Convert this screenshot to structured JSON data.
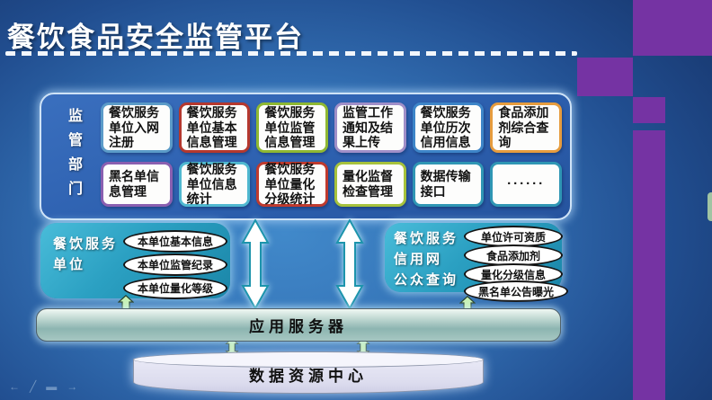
{
  "title": "餐饮食品安全监管平台",
  "accent_colors": {
    "purple_decor": "#7533a3",
    "slide_blue": "#3370b4"
  },
  "supervisor": {
    "label": "监管部门",
    "rows": [
      {
        "items": [
          {
            "label": "餐饮服务单位入网注册",
            "border": "#5b9bc8"
          },
          {
            "label": "餐饮服务单位基本信息管理",
            "border": "#b5382e"
          },
          {
            "label": "餐饮服务单位监管信息管理",
            "border": "#8fb832"
          },
          {
            "label": "监管工作通知及结果上传",
            "border": "#a08fc8"
          },
          {
            "label": "餐饮服务单位历次信用信息",
            "border": "#3d85c8"
          },
          {
            "label": "食品添加剂综合查询",
            "border": "#e69c3e"
          }
        ]
      },
      {
        "items": [
          {
            "label": "黑名单信息管理",
            "border": "#8a5fb0"
          },
          {
            "label": "餐饮服务单位信息统计",
            "border": "#50b8d0"
          },
          {
            "label": "餐饮服务单位量化分级统计",
            "border": "#bf3a2e"
          },
          {
            "label": "量化监督检查管理",
            "border": "#a6c23c"
          },
          {
            "label": "数据传输接口",
            "border": "#2f96b4"
          },
          {
            "label": "······",
            "border": "#2f96b4"
          }
        ]
      }
    ]
  },
  "unit_box": {
    "label_lines": [
      "餐饮服务",
      "单位"
    ],
    "items": [
      "本单位基本信息",
      "本单位监管纪录",
      "本单位量化等级"
    ]
  },
  "credit_box": {
    "label_lines": [
      "餐饮服务",
      "信用网",
      "公众查询"
    ],
    "items": [
      "单位许可资质",
      "食品添加剂",
      "量化分级信息",
      "黑名单公告曝光"
    ]
  },
  "app_server": {
    "label": "应用服务器"
  },
  "data_center": {
    "label": "数据资源中心"
  },
  "presenter_controls": {
    "prev": "←",
    "pen": "╱",
    "menu": "▬",
    "next": "→"
  }
}
